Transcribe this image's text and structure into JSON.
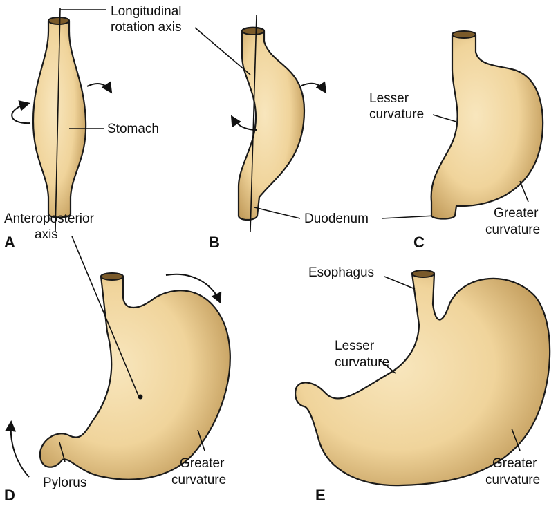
{
  "labels": {
    "longitudinal_axis": [
      "Longitudinal",
      "rotation axis"
    ],
    "stomach": "Stomach",
    "lesser_curvature_c": [
      "Lesser",
      "curvature"
    ],
    "duodenum": "Duodenum",
    "greater_curvature_c": [
      "Greater",
      "curvature"
    ],
    "anteroposterior_axis": [
      "Anteroposterior",
      "axis"
    ],
    "pylorus": "Pylorus",
    "greater_curvature_d": [
      "Greater",
      "curvature"
    ],
    "esophagus": "Esophagus",
    "lesser_curvature_e": [
      "Lesser",
      "curvature"
    ],
    "greater_curvature_e": [
      "Greater",
      "curvature"
    ]
  },
  "panels": {
    "a": "A",
    "b": "B",
    "c": "C",
    "d": "D",
    "e": "E"
  },
  "colors": {
    "stomach_fill": "#f2d9a3",
    "stomach_shadow": "#b58e52",
    "outline": "#1a1a1a"
  }
}
